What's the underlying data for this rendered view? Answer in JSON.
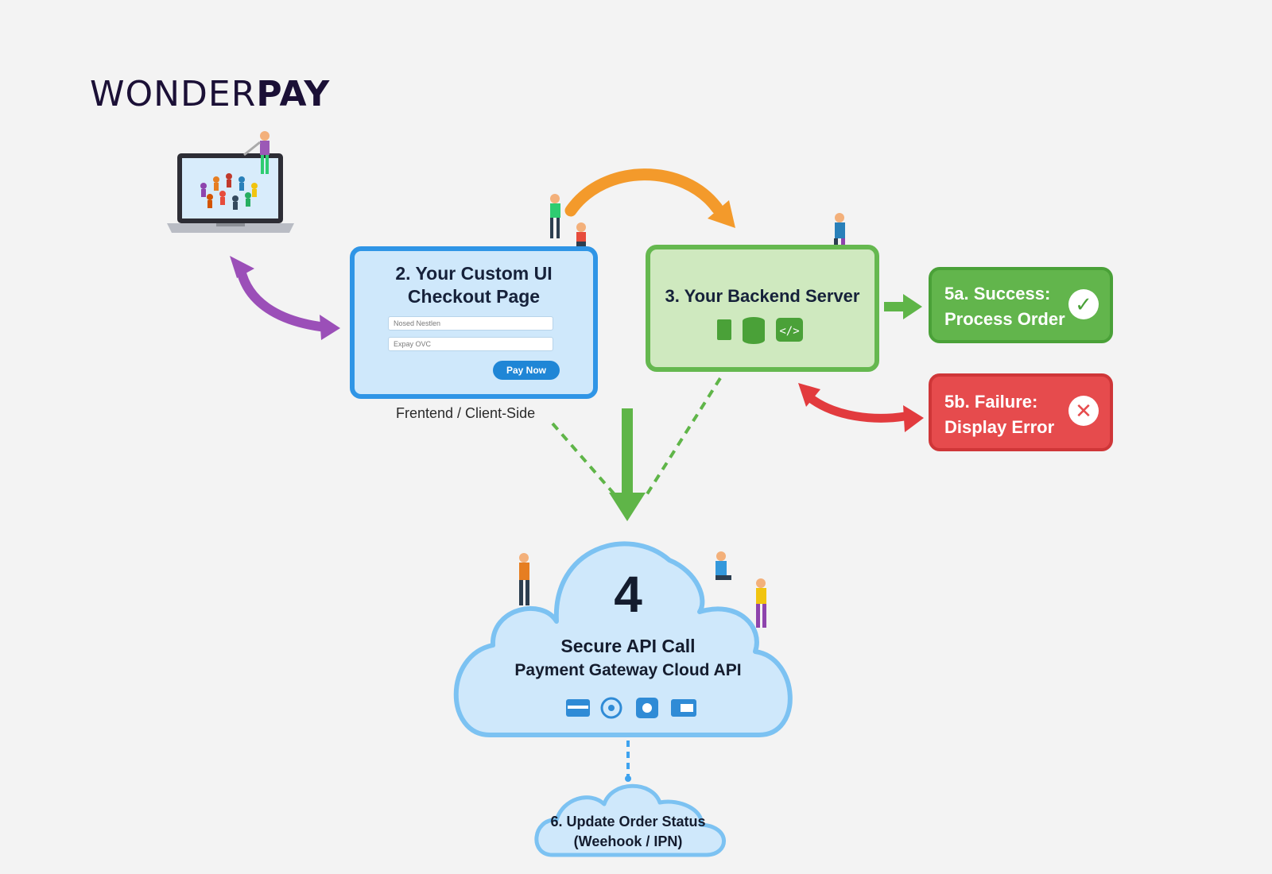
{
  "logo": {
    "part1": "WONDER",
    "part2": "PAY"
  },
  "checkout": {
    "title_line1": "2. Your Custom UI",
    "title_line2": "Checkout Page",
    "input1": "Nosed Nestlen",
    "input2": "Expay OVC",
    "button": "Pay Now",
    "caption": "Frentend / Client-Side"
  },
  "backend": {
    "title": "3. Your Backend Server"
  },
  "success": {
    "line1": "5a. Success:",
    "line2": "Process Order",
    "icon": "check-icon"
  },
  "failure": {
    "line1": "5b. Failure:",
    "line2": "Display Error",
    "icon": "close-icon"
  },
  "api": {
    "number": "4",
    "line1": "Secure API Call",
    "line2": "Payment Gateway Cloud API"
  },
  "webhook": {
    "line1": "6. Update Order Status",
    "line2": "(Weehook / IPN)"
  },
  "colors": {
    "blue": "#2f95e6",
    "green": "#65b84f",
    "success": "#62b54c",
    "failure": "#e64b4d",
    "purple": "#9b4fb8",
    "orange": "#f39a2b",
    "cloud": "#cfe8fb"
  }
}
